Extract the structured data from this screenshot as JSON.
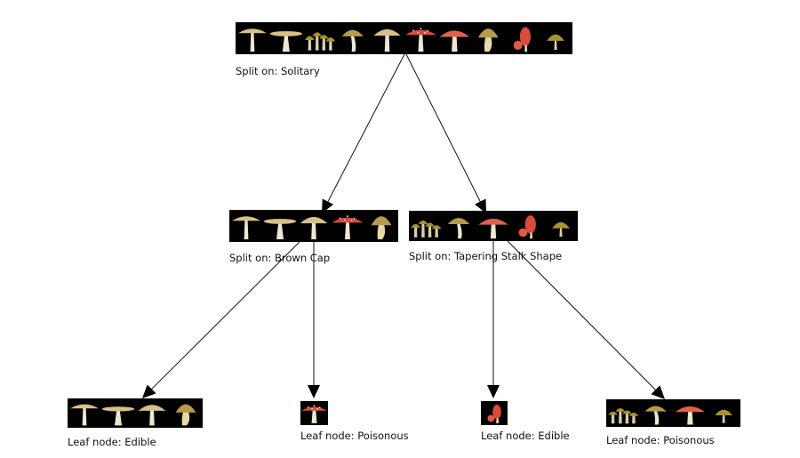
{
  "diagram": {
    "type": "decision-tree",
    "colors": {
      "node_background": "#000000",
      "edge": "#111111",
      "cap_tan": "#d8c089",
      "cap_brown": "#b89a4e",
      "cap_red": "#d94b3a",
      "cap_olive": "#a8922e",
      "stalk": "#ede6d2",
      "spots": "#f2efe6"
    },
    "nodes": [
      {
        "id": "root",
        "label": "Split on: Solitary",
        "mushrooms": [
          "tan-long",
          "tan-wide",
          "olive-cluster",
          "brown-slim",
          "tan-dome",
          "red-spotted",
          "red-dome",
          "tan-stout",
          "red-small-pair",
          "olive-tiny"
        ]
      },
      {
        "id": "left",
        "label": "Split on: Brown Cap",
        "mushrooms": [
          "tan-long",
          "tan-wide",
          "tan-dome",
          "red-spotted",
          "tan-stout"
        ]
      },
      {
        "id": "right",
        "label": "Split on: Tapering Stalk Shape",
        "mushrooms": [
          "olive-cluster",
          "brown-slim",
          "red-dome",
          "red-small-pair",
          "olive-tiny"
        ]
      },
      {
        "id": "leaf1",
        "label": "Leaf node: Edible",
        "mushrooms": [
          "tan-long",
          "tan-wide",
          "tan-dome",
          "tan-stout"
        ]
      },
      {
        "id": "leaf2",
        "label": "Leaf node: Poisonous",
        "mushrooms": [
          "red-spotted"
        ]
      },
      {
        "id": "leaf3",
        "label": "Leaf node: Edible",
        "mushrooms": [
          "red-small-pair"
        ]
      },
      {
        "id": "leaf4",
        "label": "Leaf node: Poisonous",
        "mushrooms": [
          "olive-cluster",
          "brown-slim",
          "red-dome",
          "olive-tiny"
        ]
      }
    ],
    "edges": [
      {
        "from": "root",
        "to": "left"
      },
      {
        "from": "root",
        "to": "right"
      },
      {
        "from": "left",
        "to": "leaf1"
      },
      {
        "from": "left",
        "to": "leaf2"
      },
      {
        "from": "right",
        "to": "leaf3"
      },
      {
        "from": "right",
        "to": "leaf4"
      }
    ]
  }
}
